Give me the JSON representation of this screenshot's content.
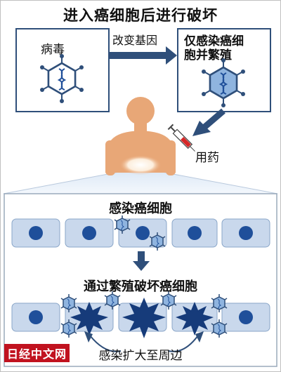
{
  "title": "进入癌细胞后进行破坏",
  "left_box": {
    "label": "病毒"
  },
  "arrow_top": {
    "label": "改变基因"
  },
  "right_box": {
    "label_line1": "仅感染癌细",
    "label_line2": "胞并繁殖"
  },
  "injection": {
    "label": "用药"
  },
  "panel": {
    "caption_top": "感染癌细胞",
    "caption_mid": "通过繁殖破坏癌细胞",
    "caption_bottom": "感染扩大至周边"
  },
  "watermark": "日经中文网",
  "colors": {
    "dark_blue": "#2f4f7a",
    "cell_fill": "#c9d8ec",
    "nucleus": "#1f4f9a",
    "virus_fill": "#8fb4df",
    "body": "#e8a777",
    "burst": "#163b7a",
    "watermark_bg": "#c1121f"
  },
  "icons": [
    "virus-icon",
    "syringe-icon",
    "human-body-icon",
    "burst-icon"
  ]
}
